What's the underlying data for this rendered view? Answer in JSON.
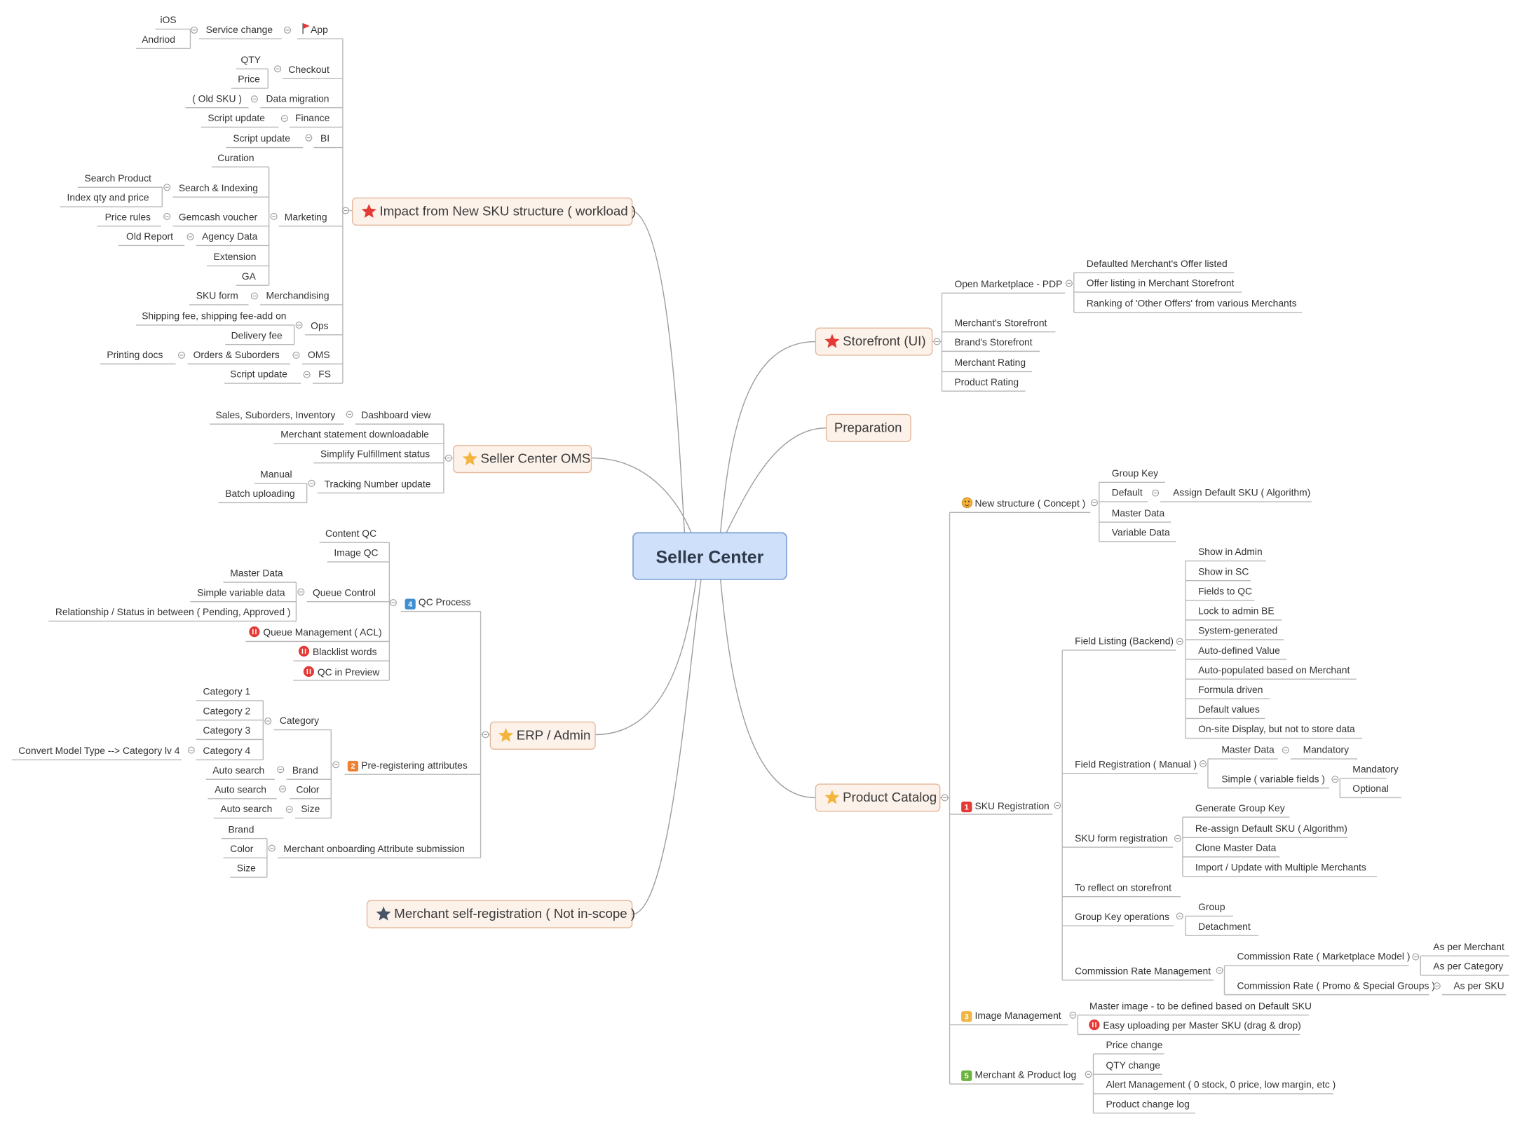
{
  "colors": {
    "line": "#b7b7b7",
    "curve": "#9c9c9c",
    "main_fill": "#fdf2ea",
    "main_stroke": "#e4b79b",
    "center_fill": "#cfe0fb",
    "center_stroke": "#7f9fd6",
    "star_red": "#e53935",
    "star_orange": "#f4b53f",
    "star_gray": "#4a5468",
    "flag_red": "#e53935",
    "badge_red": "#e53935",
    "badge_orange": "#ef7f33",
    "badge_blue": "#3f8fd1",
    "badge_yellow": "#f0b542",
    "badge_green": "#6cb33f"
  },
  "center": {
    "label": "Seller Center"
  },
  "main": {
    "impact": "Impact from New SKU structure ( workload )",
    "oms": "Seller Center OMS",
    "erp": "ERP / Admin",
    "merchant_reg": "Merchant self-registration ( Not in-scope )",
    "storefront": "Storefront (UI)",
    "preparation": "Preparation",
    "catalog": "Product Catalog"
  },
  "badges": {
    "one": "1",
    "two": "2",
    "three": "3",
    "four": "4",
    "five": "5"
  },
  "impact": {
    "app": "App",
    "service_change": "Service change",
    "ios": "iOS",
    "android": "Andriod",
    "checkout": "Checkout",
    "qty": "QTY",
    "price": "Price",
    "data_migration": "Data migration",
    "old_sku": "( Old SKU )",
    "finance": "Finance",
    "script_update_1": "Script update",
    "bi": "BI",
    "script_update_2": "Script update",
    "marketing": "Marketing",
    "curation": "Curation",
    "search_indexing": "Search & Indexing",
    "search_product": "Search Product",
    "index_qty": "Index qty and price",
    "gemcash": "Gemcash voucher",
    "price_rules": "Price rules",
    "agency_data": "Agency Data",
    "old_report": "Old Report",
    "extension": "Extension",
    "ga": "GA",
    "merchandising": "Merchandising",
    "sku_form": "SKU form",
    "ops": "Ops",
    "shipping_fee": "Shipping fee, shipping fee-add on",
    "delivery_fee": "Delivery fee",
    "oms": "OMS",
    "orders": "Orders & Suborders",
    "printing_docs": "Printing docs",
    "fs": "FS",
    "script_update_3": "Script update"
  },
  "oms": {
    "dashboard": "Dashboard view",
    "sales": "Sales, Suborders, Inventory",
    "statement": "Merchant statement downloadable",
    "fulfillment": "Simplify Fulfillment status",
    "tracking": "Tracking Number update",
    "manual": "Manual",
    "batch": "Batch uploading"
  },
  "erp": {
    "qc_process": "QC Process",
    "content_qc": "Content QC",
    "image_qc": "Image QC",
    "queue_control": "Queue Control",
    "master_data": "Master Data",
    "simple_variable": "Simple variable data",
    "relationship": "Relationship / Status in between ( Pending, Approved )",
    "queue_mgmt": "Queue Management ( ACL)",
    "blacklist": "Blacklist words",
    "qc_preview": "QC in Preview",
    "pre_reg": "Pre-registering attributes",
    "category": "Category",
    "cat1": "Category 1",
    "cat2": "Category 2",
    "cat3": "Category 3",
    "cat4": "Category 4",
    "convert_model": "Convert Model Type --> Category lv 4",
    "brand": "Brand",
    "auto1": "Auto search",
    "color": "Color",
    "auto2": "Auto search",
    "size": "Size",
    "auto3": "Auto search",
    "onboarding": "Merchant onboarding Attribute submission",
    "brand2": "Brand",
    "color2": "Color",
    "size2": "Size"
  },
  "storefront": {
    "open_marketplace": "Open Marketplace - PDP",
    "defaulted_offer": "Defaulted Merchant's Offer listed",
    "offer_listing": "Offer listing in Merchant Storefront",
    "ranking": "Ranking of 'Other Offers' from various Merchants",
    "merchant_storefront": "Merchant's Storefront",
    "brand_storefront": "Brand's Storefront",
    "merchant_rating": "Merchant Rating",
    "product_rating": "Product Rating"
  },
  "catalog": {
    "new_structure": "New structure ( Concept )",
    "group_key": "Group Key",
    "default": "Default",
    "assign_default": "Assign Default SKU ( Algorithm)",
    "master_data": "Master Data",
    "variable_data": "Variable Data",
    "sku_reg": "SKU Registration",
    "field_listing": "Field Listing (Backend)",
    "fl": [
      "Show in Admin",
      "Show in SC",
      "Fields to QC",
      "Lock to admin BE",
      "System-generated",
      "Auto-defined Value",
      "Auto-populated based on Merchant",
      "Formula driven",
      "Default values",
      "On-site Display, but not to store data"
    ],
    "field_reg": "Field Registration ( Manual )",
    "fr_master": "Master Data",
    "mandatory": "Mandatory",
    "fr_simple": "Simple ( variable fields )",
    "mandatory2": "Mandatory",
    "optional": "Optional",
    "sku_form_reg": "SKU form registration",
    "generate_group": "Generate Group Key",
    "reassign": "Re-assign Default SKU ( Algorithm)",
    "clone": "Clone Master Data",
    "import": "Import / Update with Multiple Merchants",
    "reflect": "To reflect on storefront",
    "group_ops": "Group Key operations",
    "group": "Group",
    "detachment": "Detachment",
    "commission": "Commission Rate Management",
    "comm_marketplace": "Commission Rate ( Marketplace Model )",
    "as_merchant": "As per Merchant",
    "as_category": "As per Category",
    "comm_promo": "Commission Rate ( Promo & Special Groups )",
    "as_sku": "As per SKU",
    "image_mgmt": "Image Management",
    "master_image": "Master image - to be defined based on Default SKU",
    "easy_upload": "Easy uploading per Master SKU (drag & drop)",
    "merchant_log": "Merchant & Product log",
    "price_change": "Price change",
    "qty_change": "QTY change",
    "alert": "Alert Management ( 0 stock, 0 price, low margin, etc )",
    "product_log": "Product change log"
  },
  "icon_names": [
    "star-icon",
    "flag-icon",
    "priority-icon",
    "number-badge",
    "smiley-icon",
    "collapse-icon"
  ]
}
